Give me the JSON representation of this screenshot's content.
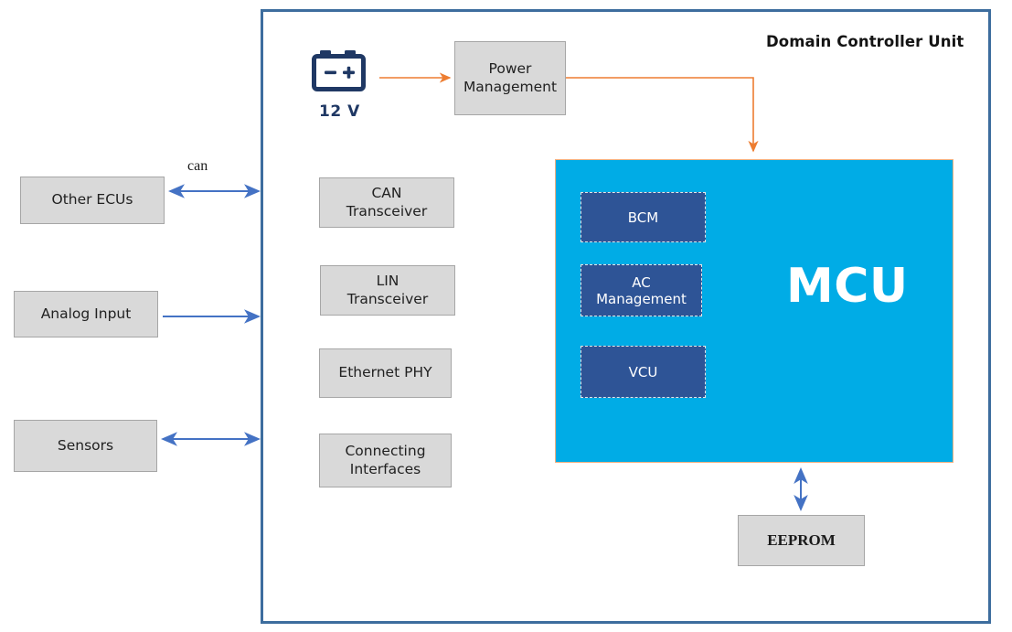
{
  "diagram": {
    "title": "Domain Controller Unit",
    "boundary_color": "#3d6d9e",
    "mcu_color": "#00ace6",
    "sub_block_color": "#2e5496",
    "box_color": "#d9d9d9",
    "arrow_color": "#4472c4",
    "power_arrow_color": "#ed7d31",
    "battery_color": "#1f3864"
  },
  "external_blocks": [
    {
      "id": "other-ecus",
      "label": "Other ECUs"
    },
    {
      "id": "analog-input",
      "label": "Analog Input"
    },
    {
      "id": "sensors",
      "label": "Sensors"
    }
  ],
  "interface_blocks": [
    {
      "id": "can-transceiver",
      "label": "CAN\nTransceiver"
    },
    {
      "id": "lin-transceiver",
      "label": "LIN\nTransceiver"
    },
    {
      "id": "ethernet-phy",
      "label": "Ethernet PHY"
    },
    {
      "id": "connecting-ifaces",
      "label": "Connecting\nInterfaces"
    }
  ],
  "power": {
    "battery_label": "12 V",
    "battery_plus": "+",
    "battery_minus": "−",
    "management_label": "Power\nManagement"
  },
  "mcu": {
    "label": "MCU",
    "sub_blocks": [
      {
        "id": "bcm",
        "label": "BCM"
      },
      {
        "id": "acm",
        "label": "AC\nManagement"
      },
      {
        "id": "vcu",
        "label": "VCU"
      }
    ]
  },
  "memory": {
    "label": "EEPROM"
  },
  "connector_labels": {
    "can_bus": "can"
  }
}
